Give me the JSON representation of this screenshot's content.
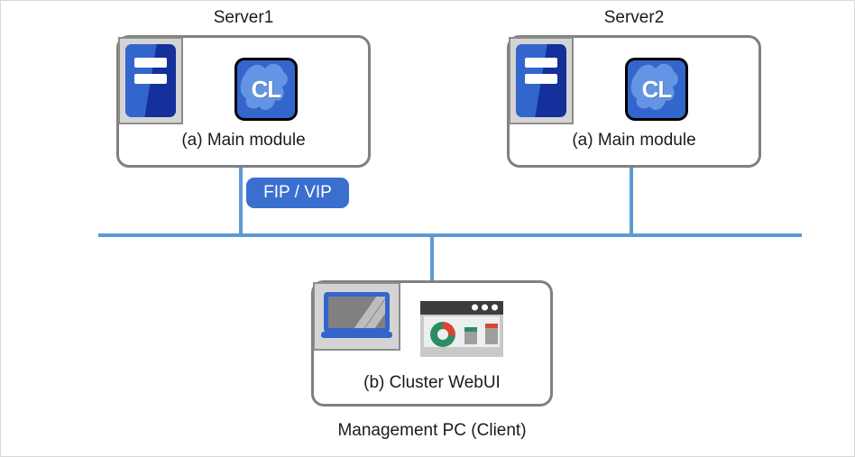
{
  "diagram": {
    "title_visible": false,
    "colors": {
      "network_line": "#5b9bd5",
      "box_border": "#808080",
      "badge_bg": "#3a6fd0",
      "icon_blue": "#3366cc",
      "icon_dark_blue": "#14309b",
      "text": "#1b1b1b"
    },
    "nodes": [
      {
        "id": "server1",
        "caption": "Server1",
        "box_label": "(a) Main module",
        "icons": [
          {
            "name": "server-rack-icon"
          },
          {
            "name": "cl-product-icon",
            "text": "CL"
          }
        ]
      },
      {
        "id": "server2",
        "caption": "Server2",
        "box_label": "(a) Main module",
        "icons": [
          {
            "name": "server-rack-icon"
          },
          {
            "name": "cl-product-icon",
            "text": "CL"
          }
        ]
      },
      {
        "id": "management-pc",
        "caption": "Management PC (Client)",
        "box_label": "(b) Cluster WebUI",
        "icons": [
          {
            "name": "laptop-icon"
          },
          {
            "name": "browser-webui-icon"
          }
        ]
      }
    ],
    "badges": [
      {
        "id": "fip-vip",
        "label": "FIP / VIP"
      }
    ],
    "connections": [
      {
        "from": "server1",
        "to": "network-bus"
      },
      {
        "from": "server2",
        "to": "network-bus"
      },
      {
        "from": "management-pc",
        "to": "network-bus"
      }
    ]
  }
}
